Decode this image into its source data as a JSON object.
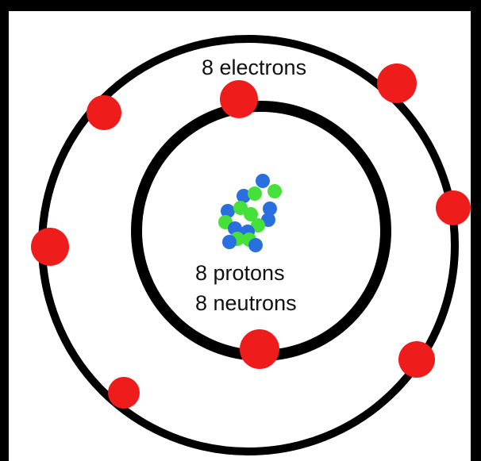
{
  "labels": {
    "electrons": "8 electrons",
    "protons": "8 protons",
    "neutrons": "8 neutrons"
  },
  "colors": {
    "electron": "#ef1c1c",
    "proton": "#2a6fe0",
    "neutron": "#46e03a",
    "orbit": "#000000",
    "background": "#ffffff",
    "frame": "#000000"
  }
}
